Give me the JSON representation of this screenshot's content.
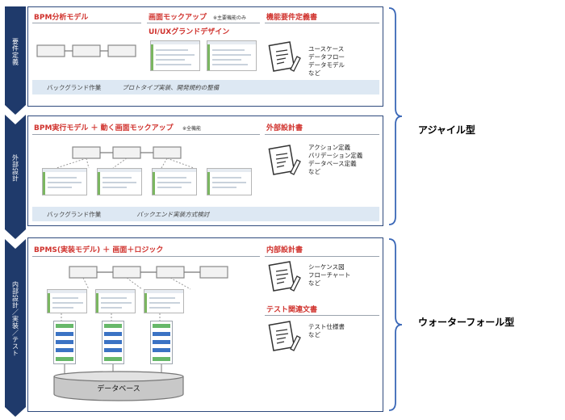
{
  "phases": [
    {
      "label": "要件定義",
      "sections": [
        {
          "title": "BPM分析モデル"
        },
        {
          "title": "画面モックアップ",
          "note": "※主要機能のみ",
          "subtitle": "UI/UXグランドデザイン"
        },
        {
          "title": "機能要件定義書",
          "doc_lines": [
            "ユースケース",
            "データフロー",
            "データモデル",
            "など"
          ]
        }
      ],
      "band": {
        "left": "バックグランド作業",
        "right": "プロトタイプ実装、開発規約の整備"
      }
    },
    {
      "label": "外部設計",
      "sections": [
        {
          "title": "BPM実行モデル ＋ 動く画面モックアップ",
          "note": "※全機能"
        },
        {
          "title": "外部設計書",
          "doc_lines": [
            "アクション定義",
            "バリデーション定義",
            "データベース定義",
            "など"
          ]
        }
      ],
      "band": {
        "left": "バックグランド作業",
        "right": "バックエンド実装方式検討"
      }
    },
    {
      "label": "内部設計／実装／テスト",
      "sections": [
        {
          "title": "BPMS(実装モデル) ＋ 画面＋ロジック",
          "database_label": "データベース"
        },
        {
          "title": "内部設計書",
          "doc_lines": [
            "シーケンス図",
            "フローチャート",
            "など"
          ]
        },
        {
          "title": "テスト関連文書",
          "doc_lines": [
            "テスト仕様書",
            "など"
          ]
        }
      ]
    }
  ],
  "approaches": [
    {
      "label": "アジャイル型"
    },
    {
      "label": "ウォーターフォール型"
    }
  ],
  "icons": {
    "bpm_node": "process-box",
    "screen": "screen-mock-thumbnail",
    "flow": "logic-flow-thumbnail",
    "document": "document-with-pen-icon",
    "database": "database-cylinder-icon",
    "bracket": "right-curly-bracket"
  },
  "colors": {
    "title_red": "#d0332e",
    "phase_navy": "#1f3a6b",
    "band_blue": "#dde8f3",
    "flow_green": "#67b86a",
    "flow_blue": "#3b73c4"
  }
}
